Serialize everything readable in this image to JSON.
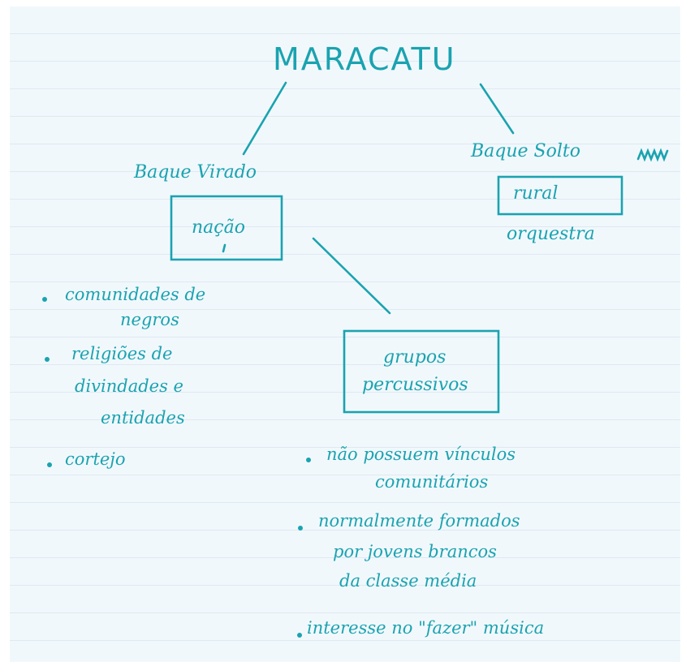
{
  "diagram": {
    "title": "MARACATU",
    "left_branch": {
      "label": "Baque Virado",
      "box": "nação",
      "notes": [
        {
          "line1": "comunidades de",
          "line2": "negros"
        },
        {
          "line1": "religiões de",
          "line2": "divindades e",
          "line3": "entidades"
        },
        {
          "line1": "cortejo"
        }
      ]
    },
    "right_branch": {
      "label": "Baque Solto",
      "box": "rural",
      "extra": "orquestra"
    },
    "center_branch": {
      "box_line1": "grupos",
      "box_line2": "percussivos",
      "notes": [
        {
          "line1": "não possuem vínculos",
          "line2": "comunitários"
        },
        {
          "line1": "normalmente formados",
          "line2": "por jovens brancos",
          "line3": "da classe média"
        },
        {
          "line1": "interesse no \"fazer\" música"
        }
      ]
    },
    "colors": {
      "ink": "#1aa3b0",
      "paper": "#f1f8fc"
    }
  }
}
